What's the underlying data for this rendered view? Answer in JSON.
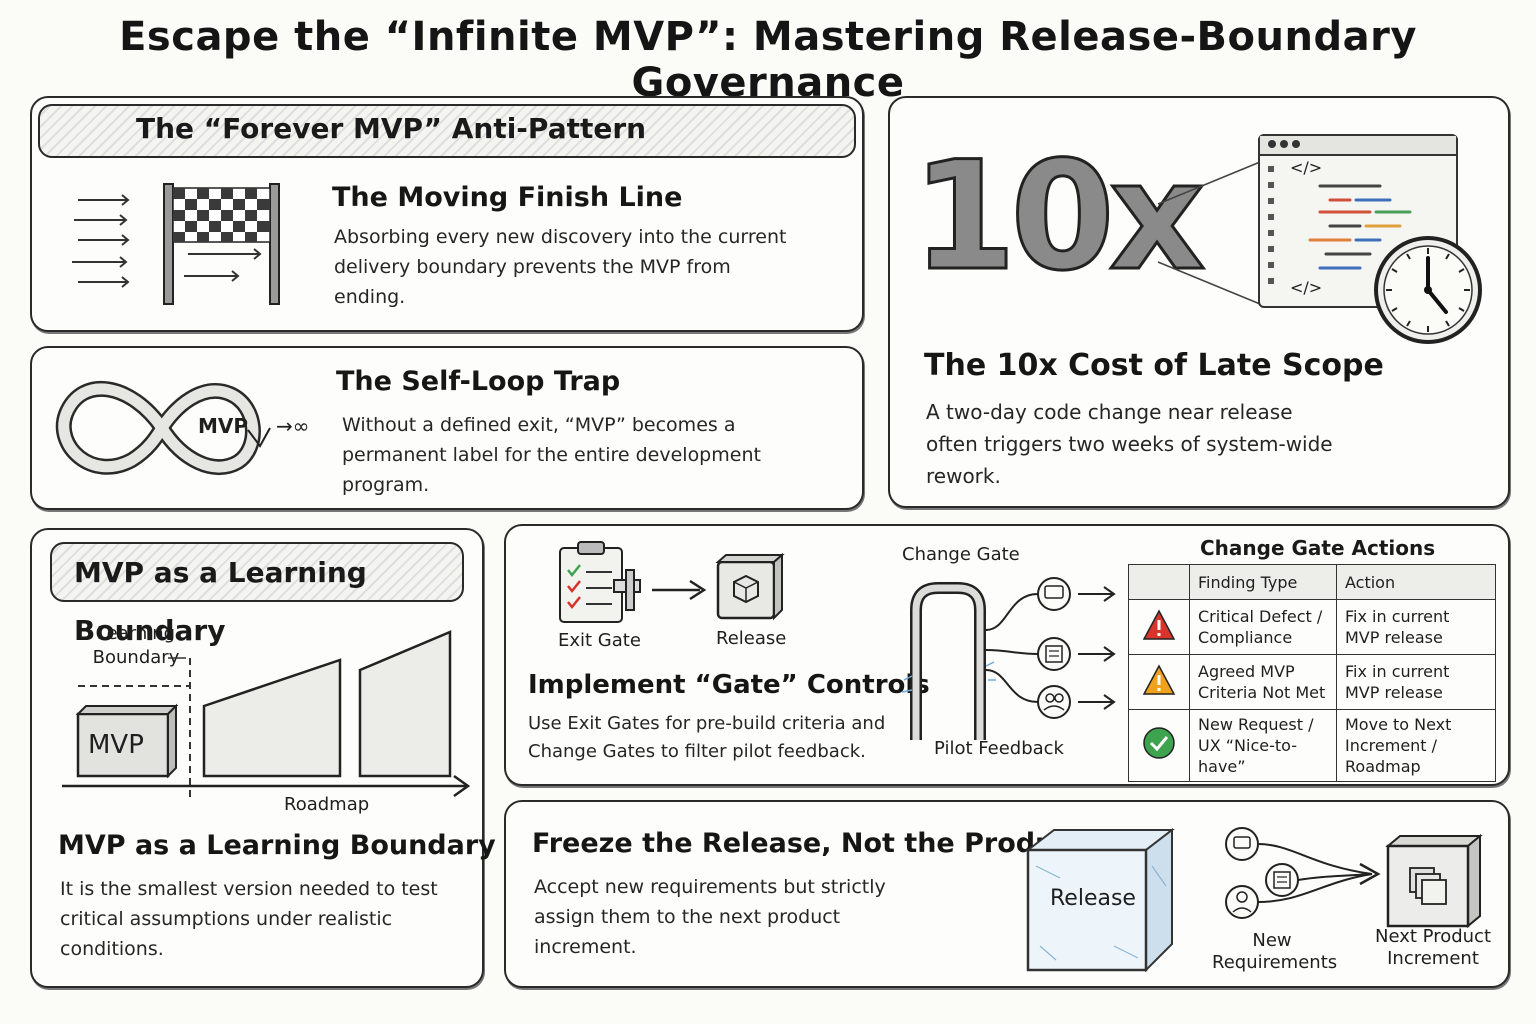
{
  "title": "Escape the “Infinite MVP”: Mastering Release-Boundary Governance",
  "anti_pattern": {
    "header": "The “Forever MVP” Anti-Pattern",
    "moving": {
      "heading": "The Moving Finish Line",
      "body": "Absorbing every new discovery into the current delivery boundary prevents the MVP from ending."
    },
    "loop": {
      "heading": "The Self-Loop Trap",
      "body": "Without a defined exit, “MVP” becomes a permanent label for the entire development program.",
      "mvp_label": "MVP",
      "infinity_label": "→∞"
    }
  },
  "cost": {
    "big_number": "10x",
    "heading": "The 10x Cost of Late Scope",
    "body": "A two-day code change near release often triggers two weeks of system-wide rework.",
    "code_tag_open": "</>",
    "code_tag_close": "</>"
  },
  "learning": {
    "header": "MVP as a Learning Boundary",
    "boundary_label": "Learning Boundary",
    "mvp_label": "MVP",
    "axis_label": "Roadmap",
    "heading": "MVP as a Learning Boundary",
    "body": "It is the smallest version needed to test critical assumptions under realistic conditions."
  },
  "gates": {
    "exit_label": "Exit Gate",
    "release_label": "Release",
    "heading": "Implement “Gate” Controls",
    "body": "Use Exit Gates for pre-build criteria and Change Gates to filter pilot feedback.",
    "change_gate_label": "Change Gate",
    "pilot_label": "Pilot Feedback",
    "table_title": "Change Gate Actions",
    "col_type": "Finding Type",
    "col_action": "Action",
    "rows": [
      {
        "type": "Critical Defect / Compliance",
        "action": "Fix in current MVP release",
        "status": "critical",
        "color": "#d9342b"
      },
      {
        "type": "Agreed MVP Criteria Not Met",
        "action": "Fix in current MVP release",
        "status": "warning",
        "color": "#f0a21c"
      },
      {
        "type": "New Request / UX “Nice-to-have”",
        "action": "Move to Next Increment / Roadmap",
        "status": "ok",
        "color": "#3ea34f"
      }
    ]
  },
  "freeze": {
    "heading": "Freeze the Release, Not the Product",
    "body": "Accept new requirements but strictly assign them to the next product increment.",
    "release_label": "Release",
    "new_req_label": "New Requirements",
    "next_label": "Next Product Increment"
  }
}
